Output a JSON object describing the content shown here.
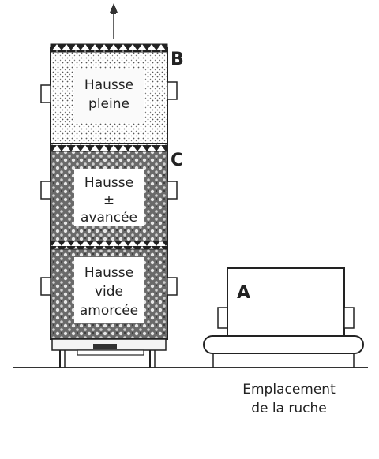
{
  "labels": {
    "b": "B",
    "c": "C",
    "a": "A"
  },
  "boxes": {
    "top": [
      "Hausse",
      "pleine"
    ],
    "middle": [
      "Hausse",
      "±",
      "avancée"
    ],
    "bottom": [
      "Hausse",
      "vide",
      "amorcée"
    ]
  },
  "caption": [
    "Emplacement",
    "de la ruche"
  ],
  "icons": {
    "top": "hive-roof-tip-icon"
  }
}
